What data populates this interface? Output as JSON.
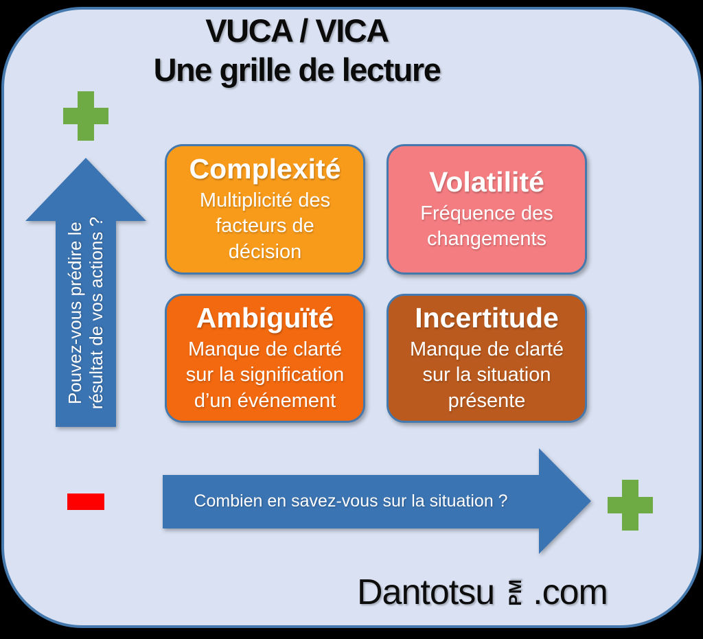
{
  "title": {
    "line1": "VUCA / VICA",
    "line2": "Une grille de lecture"
  },
  "axes": {
    "vertical": {
      "question_line1": "Pouvez-vous prédire le",
      "question_line2": "résultat de vos actions ?",
      "high_end_symbol": "+"
    },
    "horizontal": {
      "question": "Combien en savez-vous sur la situation ?",
      "low_end_symbol": "-",
      "high_end_symbol": "+"
    }
  },
  "quadrants": [
    {
      "title": "Complexité",
      "description": "Multiplicité des facteurs de décision",
      "color": "#F89B1B"
    },
    {
      "title": "Volatilité",
      "description": "Fréquence des changements",
      "color": "#F47D81"
    },
    {
      "title": "Ambiguïté",
      "description": "Manque de clarté sur la signification d’un événement",
      "color": "#F2690F"
    },
    {
      "title": "Incertitude",
      "description": "Manque de clarté sur la situation présente",
      "color": "#BA5A1E"
    }
  ],
  "branding": {
    "name": "Dantotsu",
    "pm": "PM",
    "suffix": ".com"
  },
  "colors": {
    "background": "#D9E1F2",
    "frame_border": "#4579AE",
    "arrow": "#3B74B3",
    "plus": "#6EAB45",
    "minus": "#FF0000"
  }
}
